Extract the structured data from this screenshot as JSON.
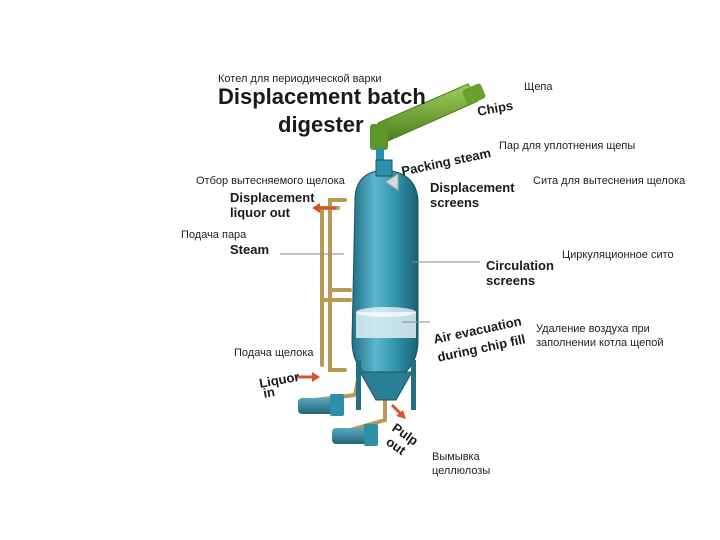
{
  "title_ru": "Котел для периодической варки",
  "title_en_line1": "Displacement batch",
  "title_en_line2": "digester",
  "labels_ru": {
    "chips": "Щепа",
    "packing_steam": "Пар для уплотнения щепы",
    "displacement_liquor_out": "Отбор вытесняемого щелока",
    "displacement_screens": "Сита для вытеснения щелока",
    "steam": "Подача пара",
    "circulation_screens": "Циркуляционное сито",
    "air_evacuation": "Удаление воздуха при заполнении котла щепой",
    "liquor_in": "Подача щелока",
    "pulp_out": "Вымывка целлюлозы"
  },
  "labels_en": {
    "chips": "Chips",
    "packing_steam": "Packing steam",
    "displacement_liquor_out_1": "Displacement",
    "displacement_liquor_out_2": "liquor out",
    "displacement_screens_1": "Displacement",
    "displacement_screens_2": "screens",
    "steam": "Steam",
    "circulation_screens_1": "Circulation",
    "circulation_screens_2": "screens",
    "air_evacuation_1": "Air evacuation",
    "air_evacuation_2": "during chip fill",
    "liquor_in_1": "Liquor",
    "liquor_in_2": "in",
    "pulp_out_1": "Pulp",
    "pulp_out_2": "out"
  },
  "colors": {
    "vessel": "#2e8fa8",
    "vessel_light": "#5cb7cc",
    "conveyor": "#6aa12e",
    "pipe": "#b89a52",
    "arrow": "#d9542c",
    "leader": "#888888"
  }
}
